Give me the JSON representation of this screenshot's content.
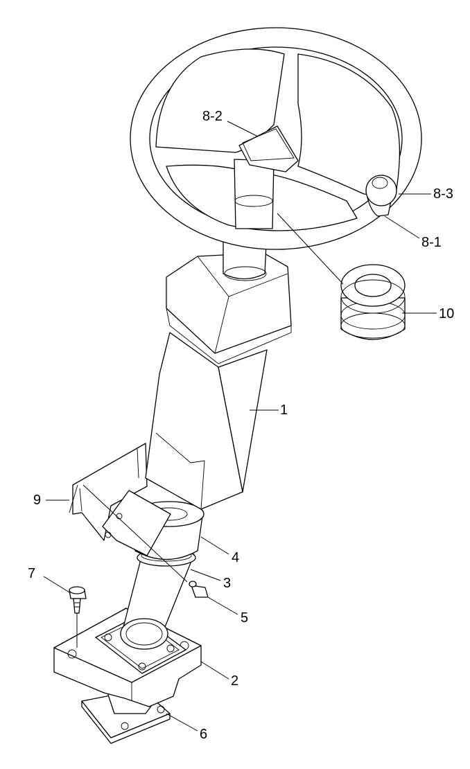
{
  "callouts": {
    "c8_2": "8-2",
    "c8_3": "8-3",
    "c8_1": "8-1",
    "c10": "10",
    "c1": "1",
    "c9": "9",
    "c4": "4",
    "c3": "3",
    "c7": "7",
    "c5": "5",
    "c2": "2",
    "c6": "6"
  }
}
